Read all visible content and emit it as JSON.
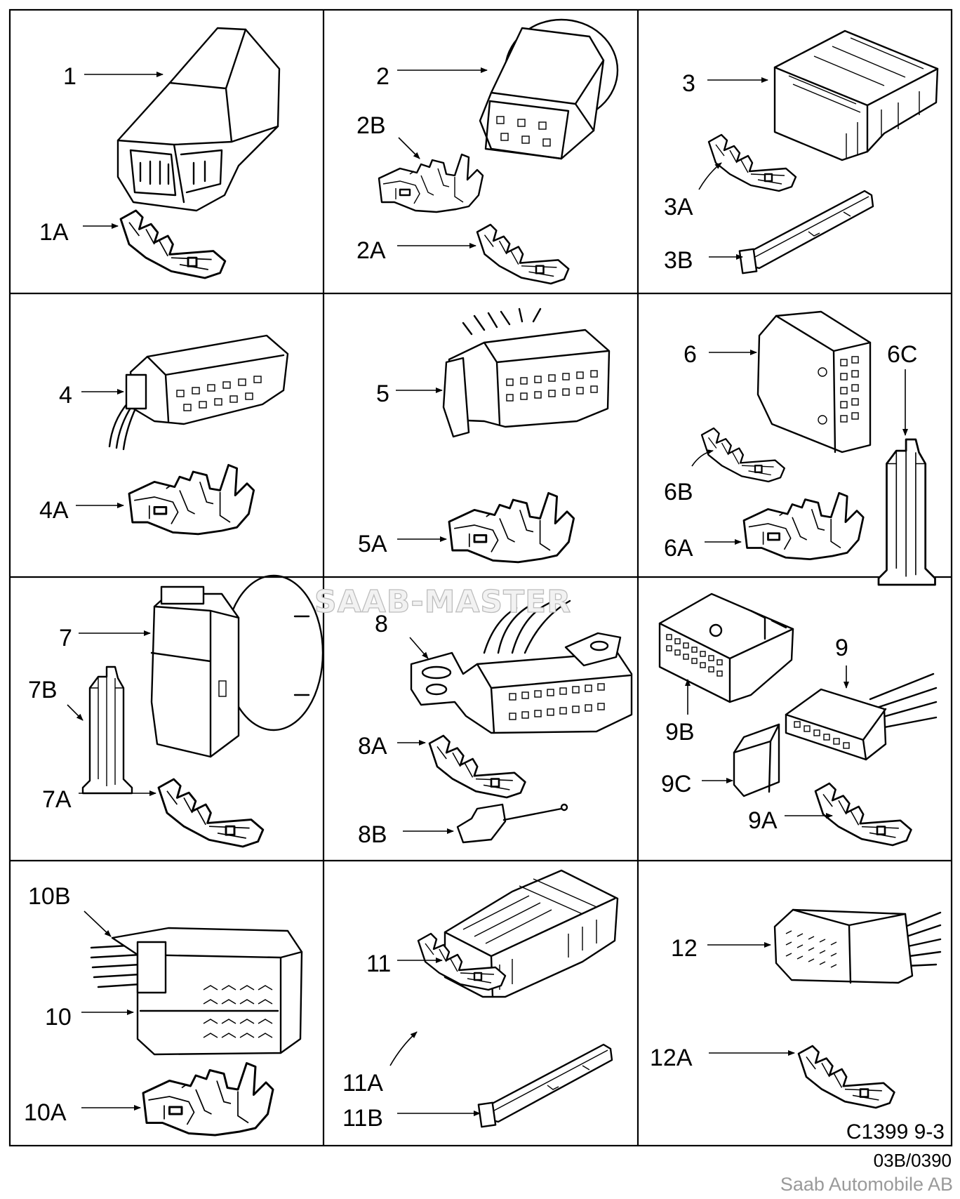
{
  "diagram_code": "C1399 9-3",
  "revision": "03B/0390",
  "company": "Saab Automobile AB",
  "watermark": "SAAB-MASTER",
  "cells": [
    {
      "id": "1",
      "labels": [
        "1",
        "1A"
      ]
    },
    {
      "id": "2",
      "labels": [
        "2",
        "2B",
        "2A"
      ]
    },
    {
      "id": "3",
      "labels": [
        "3",
        "3A",
        "3B"
      ]
    },
    {
      "id": "4",
      "labels": [
        "4",
        "4A"
      ]
    },
    {
      "id": "5",
      "labels": [
        "5",
        "5A"
      ]
    },
    {
      "id": "6",
      "labels": [
        "6",
        "6C",
        "6B",
        "6A"
      ]
    },
    {
      "id": "7",
      "labels": [
        "7",
        "7B",
        "7A"
      ]
    },
    {
      "id": "8",
      "labels": [
        "8",
        "8A",
        "8B"
      ]
    },
    {
      "id": "9",
      "labels": [
        "9",
        "9B",
        "9C",
        "9A"
      ]
    },
    {
      "id": "10",
      "labels": [
        "10B",
        "10",
        "10A"
      ]
    },
    {
      "id": "11",
      "labels": [
        "11",
        "11A",
        "11B"
      ]
    },
    {
      "id": "12",
      "labels": [
        "12",
        "12A"
      ]
    }
  ]
}
